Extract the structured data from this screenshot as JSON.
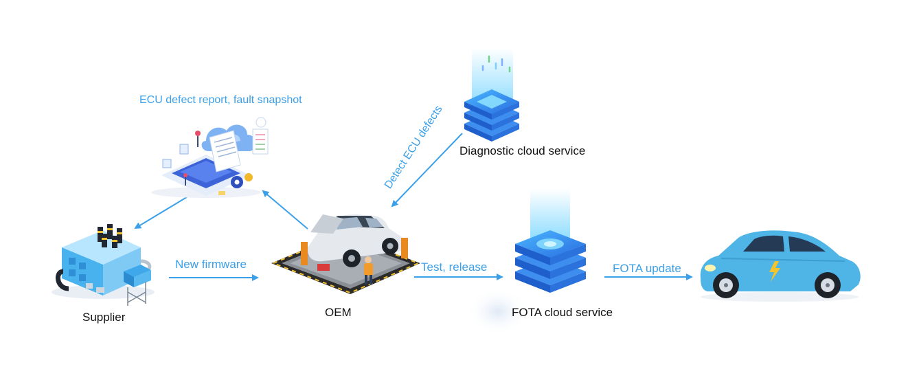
{
  "nodes": {
    "supplier": "Supplier",
    "oem": "OEM",
    "fota_cloud": "FOTA cloud service",
    "diagnostic_cloud": "Diagnostic cloud service"
  },
  "edges": {
    "defect_report": "ECU defect report, fault snapshot",
    "detect_defects": "Detect ECU defects",
    "new_firmware": "New firmware",
    "test_release": "Test, release",
    "fota_update": "FOTA update"
  },
  "colors": {
    "accent": "#3aa0ea",
    "cloud_stack": "#2f7fe6",
    "car_body": "#4fb4e6",
    "text": "#111111"
  },
  "icons": {
    "supplier": "factory-icon",
    "oem": "car-repair-shop-icon",
    "report": "defect-report-illustration",
    "diagnostic_cloud": "cloud-server-stack-icon",
    "fota_cloud": "cloud-server-stack-icon",
    "vehicle": "electric-car-icon"
  }
}
